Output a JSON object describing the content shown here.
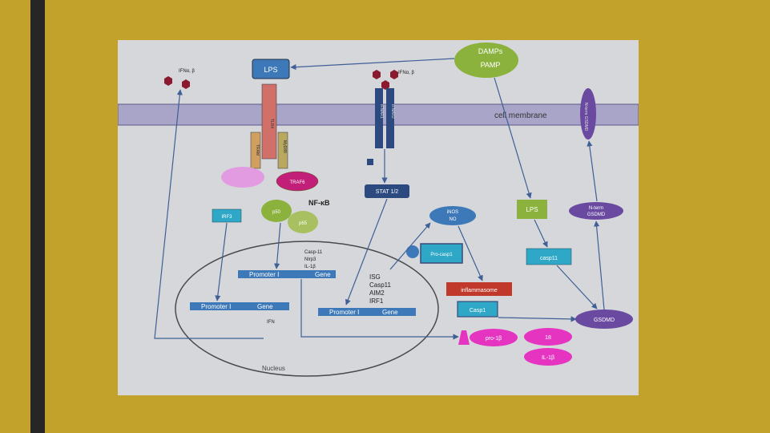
{
  "diagram": {
    "ifn_left": "IFNα, β",
    "ifn_right": "IFNα, β",
    "lps_top": "LPS",
    "damps": "DAMPs",
    "pamp": "PAMP",
    "tlr4": "TLR4",
    "tram": "TRAM",
    "myd88": "MyD88",
    "ifnar1": "IFNAR1",
    "ifnar2": "IFNAR2",
    "gasdermin_top": "N-term GSDMD",
    "membrane": "cell membrane",
    "traf6": "TRAF6",
    "nfkb": "NF-κB",
    "p50": "p50",
    "p65": "p65",
    "irf3": "IRF3",
    "stat": "STAT 1/2",
    "inos_line1": "iNOS",
    "inos_line2": "NO",
    "lps_cyto": "LPS",
    "casp11_box": "casp11",
    "ngsdmd_line1": "N-term",
    "ngsdmd_line2": "GSDMD",
    "gsdmd": "GSDMD",
    "procasp1": "Pro-casp1",
    "inflammasome": "inflammasome",
    "casp1": "Casp1",
    "pro_il1b": "pro-1β",
    "il18": "18",
    "il1b": "IL-1β",
    "targets": [
      "Casp-11",
      "Nlrp3",
      "IL-1β"
    ],
    "isg_list": [
      "ISG",
      "Casp11",
      "AIM2",
      "IRF1"
    ],
    "promoter1": "Promoter I",
    "gene1": "Gene",
    "promoter2": "Promoter I",
    "gene2": "Gene",
    "promoter3": "Promoter I",
    "gene3": "Gene",
    "ifn_out": "IFN",
    "nucleus": "Nucleus"
  },
  "colors": {
    "background": "#c2a22b",
    "slide": "#d5d7db",
    "membrane": "#a9a5c8",
    "arrow": "#3f5f96",
    "purple": "#6a4aa0",
    "magenta": "#e535c0",
    "green": "#8ab23c",
    "teal": "#2fa8c8",
    "navy": "#2c4a80",
    "red": "#c0392b"
  }
}
